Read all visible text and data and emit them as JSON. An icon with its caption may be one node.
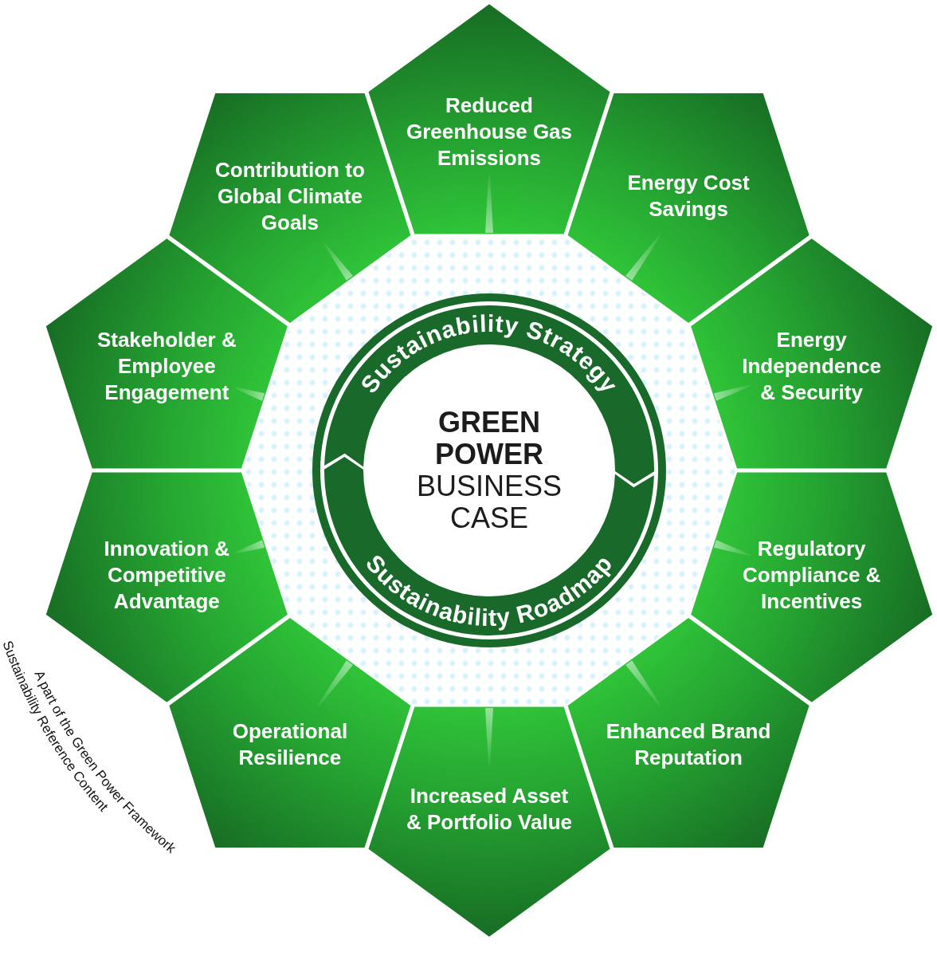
{
  "diagram": {
    "nodes": [
      {
        "text": [
          "Reduced Greenhouse Gas Emissions"
        ]
      },
      {
        "text": [
          "Energy Cost Savings"
        ]
      },
      {
        "text": [
          "Energy Independence & Security"
        ]
      },
      {
        "text": [
          "Regulatory Compliance & Incentives"
        ]
      },
      {
        "text": [
          "Enhanced Brand Reputation"
        ]
      },
      {
        "text": [
          "Increased Asset & Portfolio Value"
        ]
      },
      {
        "text": [
          "Operational Resilience"
        ]
      },
      {
        "text": [
          "Innovation & Competitive Advantage"
        ]
      },
      {
        "text": [
          "Stakeholder & Employee Engagement"
        ]
      },
      {
        "text": [
          "Contribution to Global Climate Goals"
        ]
      },
      {
        "text": [
          "Sustainability Strategy"
        ]
      },
      {
        "text": [
          "Sustainability Roadmap"
        ]
      },
      {
        "text": [
          "GREEN POWER",
          "BUSINESS CASE"
        ]
      }
    ],
    "labels": [
      "A part of the Green Power Framework",
      "Sustainability Reference Content"
    ]
  }
}
